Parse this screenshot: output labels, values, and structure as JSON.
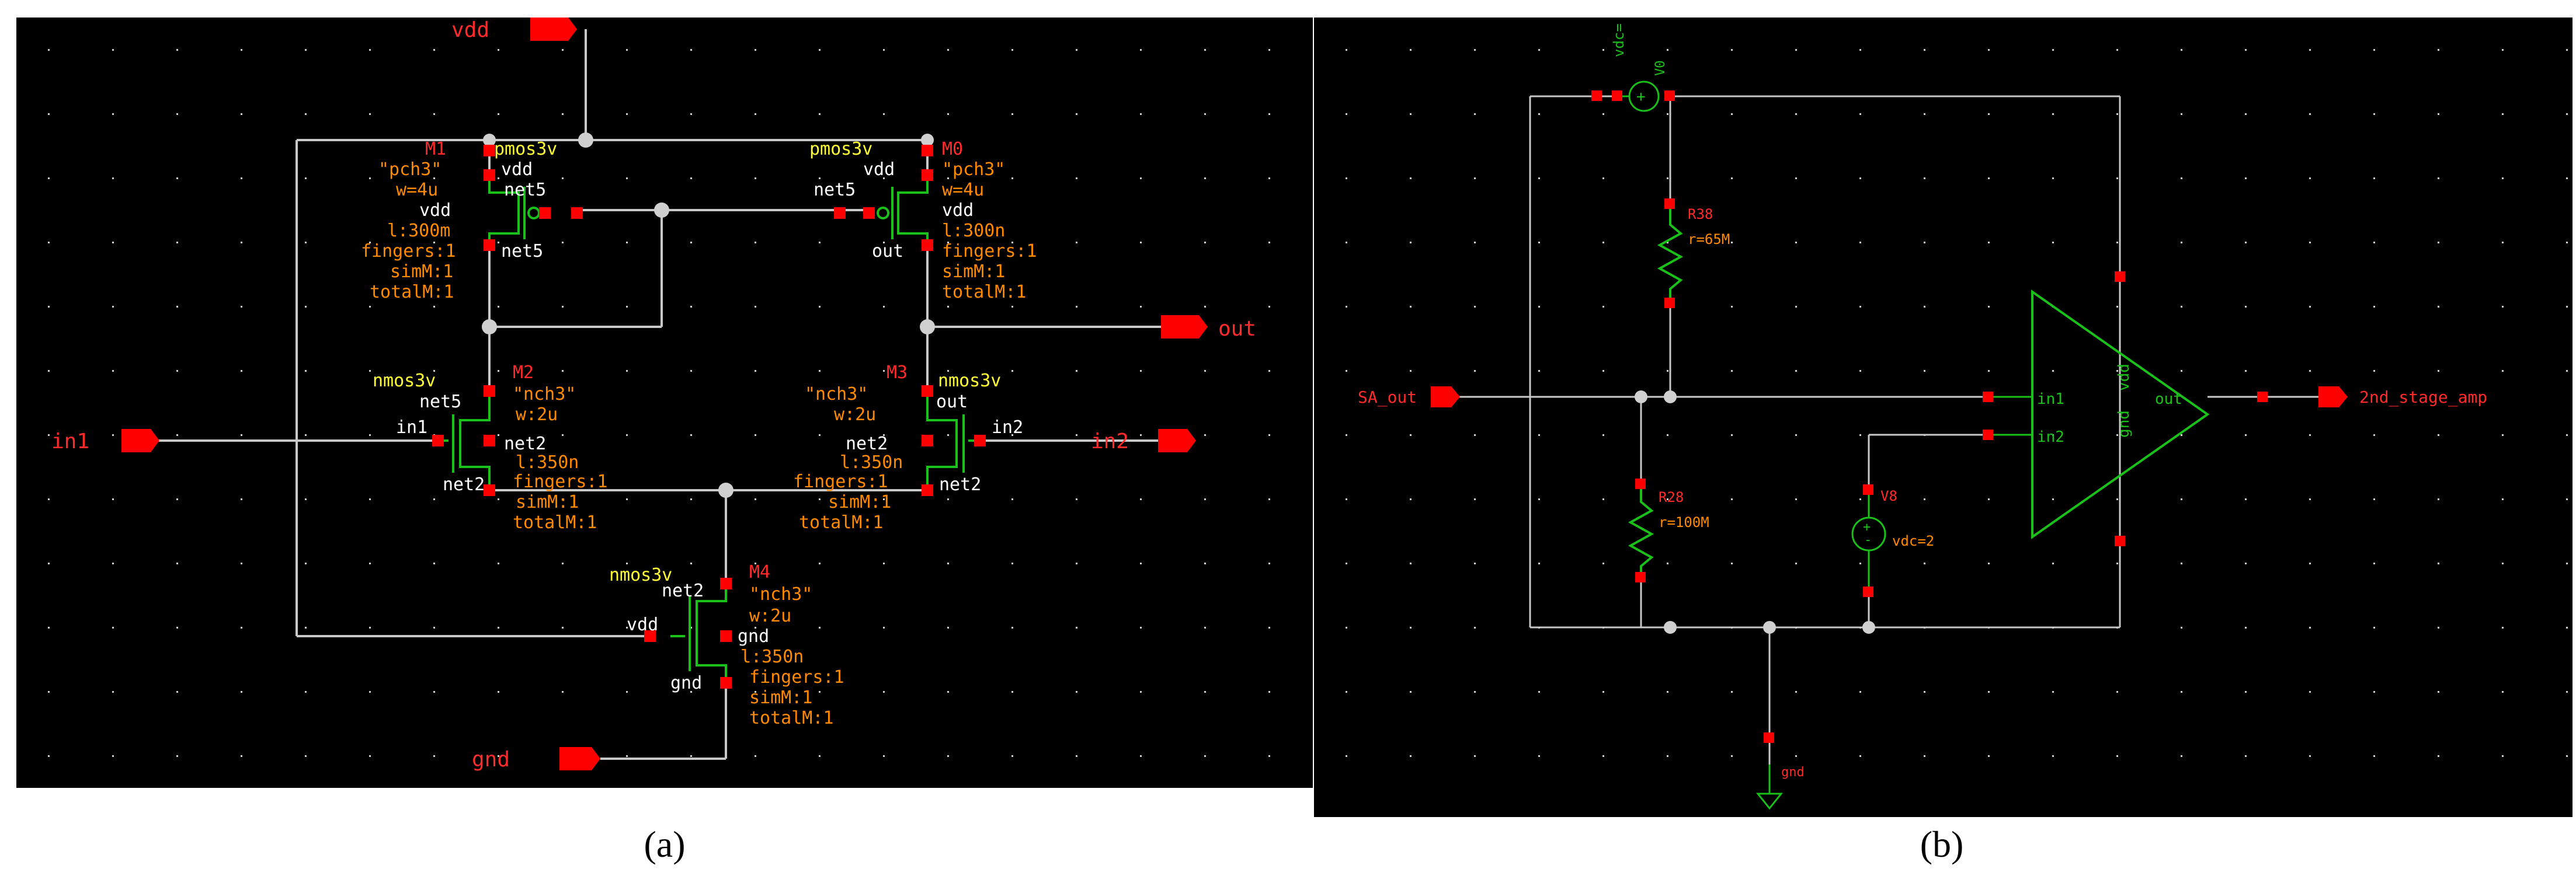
{
  "panel_a": {
    "caption": "(a)",
    "pins": {
      "vdd": "vdd",
      "out": "out",
      "in1": "in1",
      "in2": "in2",
      "gnd": "gnd"
    },
    "net_labels": {
      "net5_m1_drain": "net5",
      "net5_m1_gate": "net5",
      "net5_m0_gate": "net5",
      "out_m0_drain": "out",
      "net5_m2_drain": "net5",
      "in1_m2_gate": "in1",
      "net2_m2_body": "net2",
      "net2_m2_source": "net2",
      "out_m3_drain": "out",
      "net2_m3_body": "net2",
      "in2_m3_gate": "in2",
      "net2_m3_source": "net2",
      "net2_m4_drain": "net2",
      "vdd_m4_gate": "vdd",
      "gnd_m4_body": "gnd",
      "gnd_m4_source": "gnd"
    },
    "m1": {
      "name": "M1",
      "model": "pmos3v",
      "cell": "\"pch3\"",
      "pin": "vdd",
      "w": "w=4u",
      "bulk": "vdd",
      "l": "l:300m",
      "fingers": "fingers:1",
      "simm": "simM:1",
      "totalm": "totalM:1"
    },
    "m0": {
      "name": "M0",
      "model": "pmos3v",
      "cell": "\"pch3\"",
      "pin": "vdd",
      "w": "w=4u",
      "bulk": "vdd",
      "l": "l:300n",
      "fingers": "fingers:1",
      "simm": "simM:1",
      "totalm": "totalM:1"
    },
    "m2": {
      "name": "M2",
      "model": "nmos3v",
      "cell": "\"nch3\"",
      "w": "w:2u",
      "l": "l:350n",
      "fingers": "fingers:1",
      "simm": "simM:1",
      "totalm": "totalM:1"
    },
    "m3": {
      "name": "M3",
      "model": "nmos3v",
      "cell": "\"nch3\"",
      "w": "w:2u",
      "l": "l:350n",
      "fingers": "fingers:1",
      "simm": "simM:1",
      "totalm": "totalM:1"
    },
    "m4": {
      "name": "M4",
      "model": "nmos3v",
      "cell": "\"nch3\"",
      "w": "w:2u",
      "l": "l:350n",
      "fingers": "fingers:1",
      "simm": "simM:1",
      "totalm": "totalM:1"
    }
  },
  "panel_b": {
    "caption": "(b)",
    "pins": {
      "sa_out": "SA_out",
      "stage2": "2nd_stage_amp",
      "gnd": "gnd"
    },
    "v_top": {
      "label": "vdc=",
      "name": "V0"
    },
    "r38": {
      "name": "R38",
      "value": "r=65M"
    },
    "r28": {
      "name": "R28",
      "value": "r=100M"
    },
    "v8": {
      "name": "V8",
      "value": "vdc=2"
    },
    "amp": {
      "in1": "in1",
      "in2": "in2",
      "out": "out",
      "gnd": "gnd",
      "vdd": "vdd"
    }
  },
  "colors": {
    "canvas": "#000000",
    "wire": "#c8c8c8",
    "pin": "#ff0000",
    "node": "#ff0000",
    "symbol": "#19c119",
    "label": "#ffffff",
    "param": "#ff8a00",
    "model": "#ffff33",
    "inst": "#ff2a2a"
  }
}
